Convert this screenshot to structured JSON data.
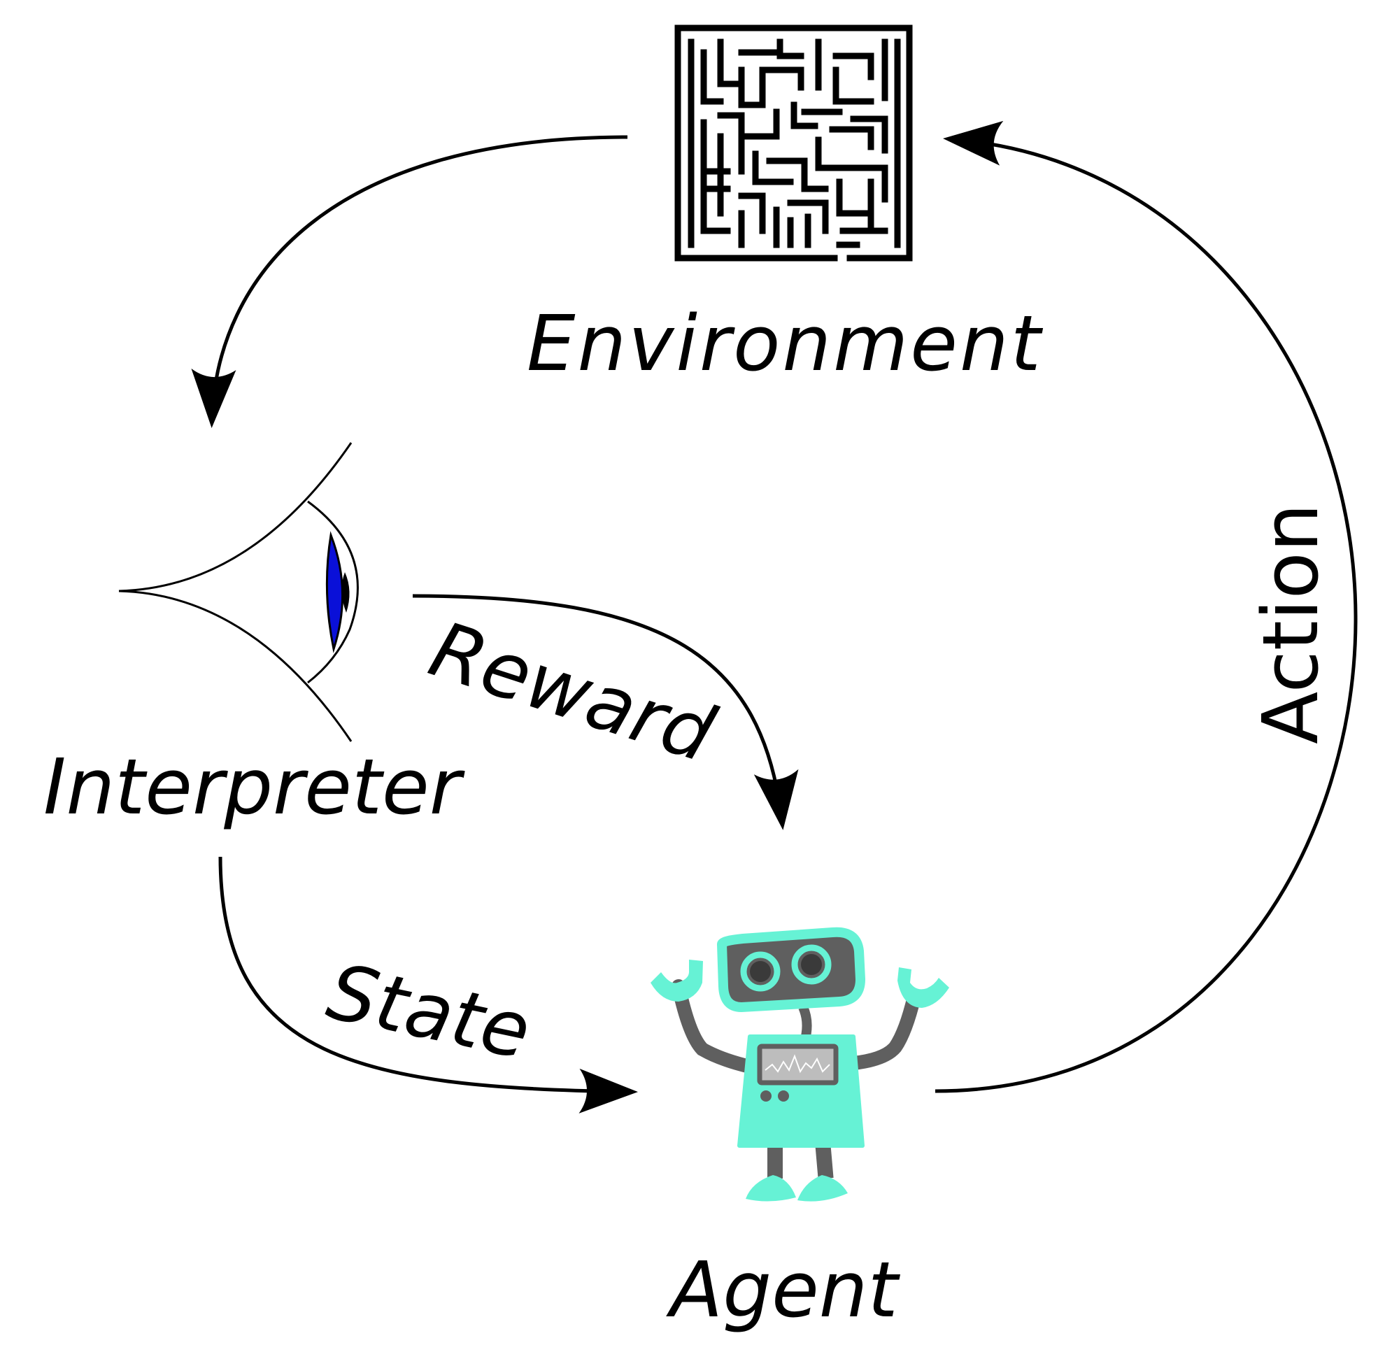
{
  "labels": {
    "environment": "Environment",
    "interpreter": "Interpreter",
    "agent": "Agent",
    "reward": "Reward",
    "state": "State",
    "action": "Action"
  },
  "colors": {
    "ink": "#000000",
    "robot_teal": "#66f2d5",
    "robot_grey": "#5f5f5f",
    "iris_blue": "#0a10d8",
    "screen_grey": "#bdbdbd"
  },
  "icons": {
    "environment": "maze-icon",
    "interpreter": "eye-icon",
    "agent": "robot-icon"
  }
}
